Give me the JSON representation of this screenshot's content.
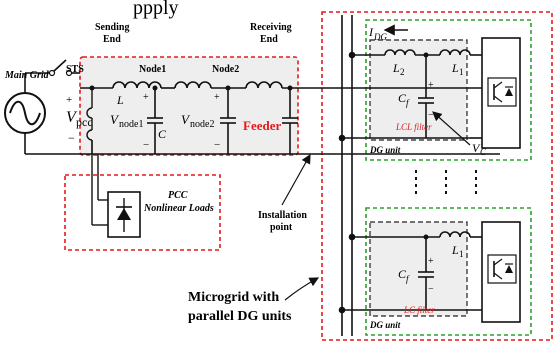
{
  "header_fragment": "ppply",
  "grid": {
    "label": "Main Grid"
  },
  "sending_end": {
    "line1": "Sending",
    "line2": "End"
  },
  "receiving_end": {
    "line1": "Receiving",
    "line2": "End"
  },
  "switch": {
    "label": "STS"
  },
  "voltages": {
    "pcc": {
      "sym": "V",
      "sub": "pcc",
      "plus": "+",
      "minus": "−"
    },
    "node1": {
      "sym": "V",
      "sub": "node1",
      "plus": "+",
      "minus": "−"
    },
    "node2": {
      "sym": "V",
      "sub": "node2",
      "plus": "+",
      "minus": "−"
    }
  },
  "nodes": {
    "n1": "Node1",
    "n2": "Node2"
  },
  "elements": {
    "inductor": "L",
    "capacitor": "C",
    "feeder": "Feeder"
  },
  "load": {
    "line1": "PCC",
    "line2": "Nonlinear  Loads"
  },
  "installation": {
    "line1": "Installation",
    "line2": "point"
  },
  "microgrid": {
    "line1": "Microgrid with",
    "line2": "parallel DG units"
  },
  "dg_top": {
    "current": "I",
    "current_sub": "DG",
    "L2": "L",
    "L2_sub": "2",
    "L1": "L",
    "L1_sub": "1",
    "cf": "C",
    "cf_sub": "f",
    "filter": "LCL filter",
    "unit": "DG unit",
    "vc": "V",
    "vc_sub": "C",
    "plus": "+",
    "minus": "−"
  },
  "dg_bottom": {
    "L1": "L",
    "L1_sub": "1",
    "cf": "C",
    "cf_sub": "f",
    "filter": "LC filter",
    "unit": "DG unit",
    "plus": "+",
    "minus": "−"
  },
  "colors": {
    "red_dash": "#e41a1c",
    "green_dash": "#2ca02c",
    "black_dash": "#222222",
    "shade": "#eeeeee",
    "accent_text": "#e41a1c"
  }
}
